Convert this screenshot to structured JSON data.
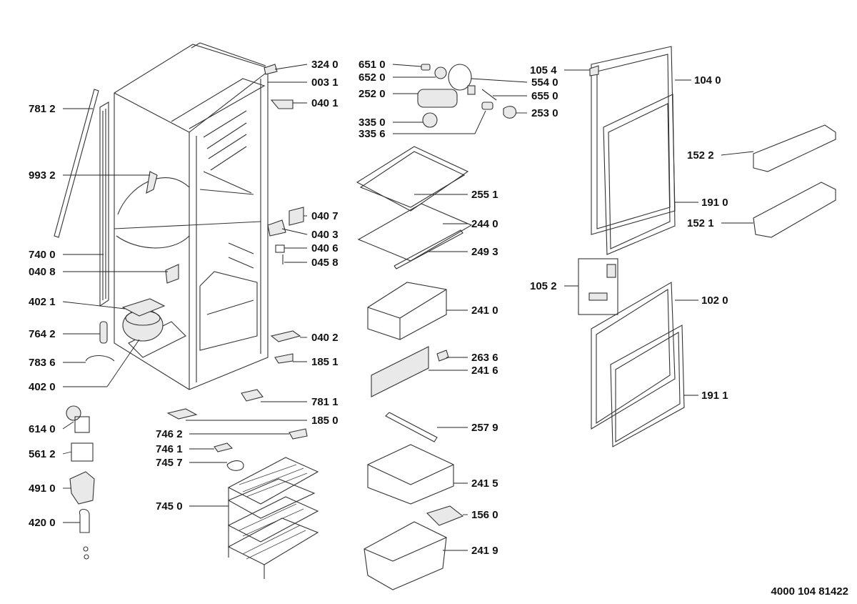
{
  "diagram": {
    "document_number": "4000 104 81422",
    "labels": {
      "l7812": "781 2",
      "l9932": "993 2",
      "l7400": "740 0",
      "l0408": "040 8",
      "l4021": "402 1",
      "l7642": "764 2",
      "l7836": "783 6",
      "l4020": "402 0",
      "l6140": "614 0",
      "l5612": "561 2",
      "l4910": "491 0",
      "l4200": "420 0",
      "l3240": "324 0",
      "l0031": "003 1",
      "l0401": "040 1",
      "l0407": "040 7",
      "l0403": "040 3",
      "l0406": "040 6",
      "l0458": "045 8",
      "l0402": "040 2",
      "l1851": "185 1",
      "l7811": "781 1",
      "l1850": "185 0",
      "l7462": "746 2",
      "l7461": "746 1",
      "l7457": "745 7",
      "l7450": "745 0",
      "l6510": "651 0",
      "l6520": "652 0",
      "l2520": "252 0",
      "l3350": "335 0",
      "l3356": "335 6",
      "l5540": "554 0",
      "l6550": "655 0",
      "l2530": "253 0",
      "l2551": "255 1",
      "l2440": "244 0",
      "l2493": "249 3",
      "l2410": "241 0",
      "l2636": "263 6",
      "l2416": "241 6",
      "l2579": "257 9",
      "l2415": "241 5",
      "l1560": "156 0",
      "l2419": "241 9",
      "l1054": "105 4",
      "l1040": "104 0",
      "l1522": "152 2",
      "l1910": "191 0",
      "l1521": "152 1",
      "l1052": "105 2",
      "l1020": "102 0",
      "l1911": "191 1"
    }
  }
}
